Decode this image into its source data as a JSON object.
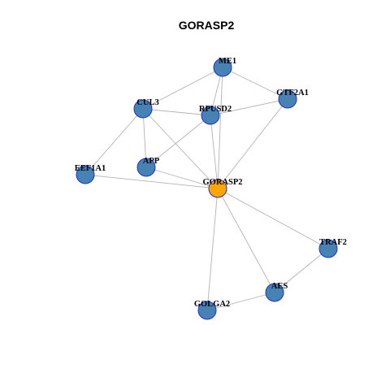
{
  "title": "GORASP2",
  "colors": {
    "node_fill": "#4682b4",
    "node_stroke": "#1f32c8",
    "center_fill": "#ffa500",
    "center_stroke": "#7a3b2e",
    "edge": "#b3b3b3"
  },
  "nodes": [
    {
      "id": "ME1",
      "label": "ME1"
    },
    {
      "id": "GTF2A1",
      "label": "GTF2A1"
    },
    {
      "id": "CUL3",
      "label": "CUL3"
    },
    {
      "id": "RPUSD2",
      "label": "RPUSD2"
    },
    {
      "id": "EEF1A1",
      "label": "EEF1A1"
    },
    {
      "id": "APP",
      "label": "APP"
    },
    {
      "id": "GORASP2",
      "label": "GORASP2",
      "center": true
    },
    {
      "id": "TRAF2",
      "label": "TRAF2"
    },
    {
      "id": "AES",
      "label": "AES"
    },
    {
      "id": "GOLGA2",
      "label": "GOLGA2"
    }
  ],
  "edges": [
    [
      "ME1",
      "CUL3"
    ],
    [
      "ME1",
      "GTF2A1"
    ],
    [
      "ME1",
      "RPUSD2"
    ],
    [
      "ME1",
      "GORASP2"
    ],
    [
      "CUL3",
      "RPUSD2"
    ],
    [
      "CUL3",
      "EEF1A1"
    ],
    [
      "CUL3",
      "APP"
    ],
    [
      "CUL3",
      "GORASP2"
    ],
    [
      "RPUSD2",
      "GTF2A1"
    ],
    [
      "RPUSD2",
      "APP"
    ],
    [
      "RPUSD2",
      "GORASP2"
    ],
    [
      "GTF2A1",
      "GORASP2"
    ],
    [
      "EEF1A1",
      "GORASP2"
    ],
    [
      "APP",
      "GORASP2"
    ],
    [
      "GORASP2",
      "TRAF2"
    ],
    [
      "GORASP2",
      "AES"
    ],
    [
      "GORASP2",
      "GOLGA2"
    ],
    [
      "TRAF2",
      "AES"
    ],
    [
      "AES",
      "GOLGA2"
    ]
  ]
}
